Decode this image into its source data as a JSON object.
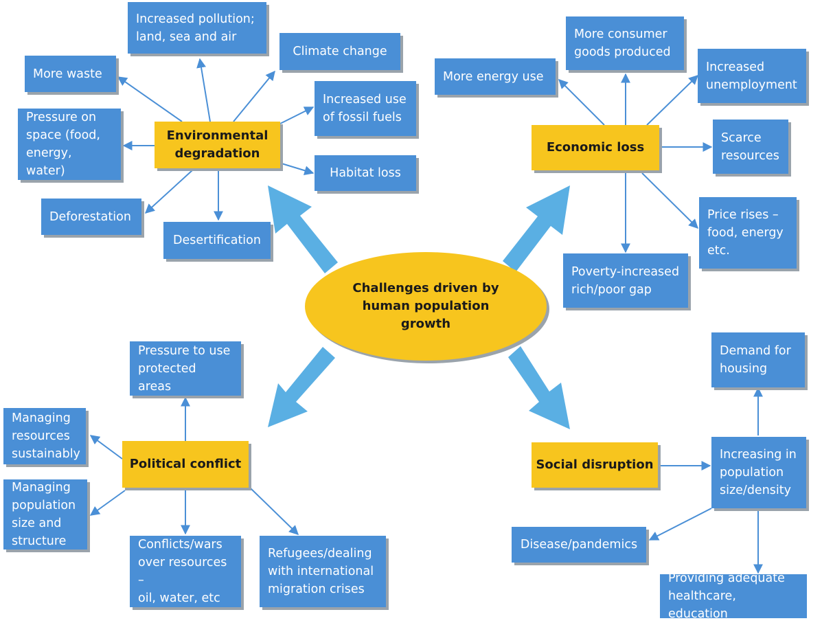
{
  "center": {
    "label": "Challenges driven by\nhuman population\ngrowth"
  },
  "hubs": {
    "environmental": "Environmental\ndegradation",
    "economic": "Economic loss",
    "political": "Political conflict",
    "social": "Social disruption"
  },
  "environmental": {
    "pollution": "Increased pollution;\nland, sea and air",
    "climate": "Climate change",
    "waste": "More waste",
    "fossil": "Increased use\nof fossil fuels",
    "space": "Pressure on\nspace (food,\nenergy, water)",
    "habitat": "Habitat loss",
    "deforestation": "Deforestation",
    "desertification": "Desertification"
  },
  "economic": {
    "consumer": "More consumer\ngoods produced",
    "energy": "More energy use",
    "unemployment": "Increased\nunemployment",
    "scarce": "Scarce\nresources",
    "prices": "Price rises –\nfood, energy\netc.",
    "poverty": "Poverty-increased\nrich/poor gap"
  },
  "political": {
    "protected": "Pressure to use\nprotected areas",
    "managing_resources": "Managing\nresources\nsustainably",
    "managing_population": "Managing\npopulation\nsize and\nstructure",
    "conflicts": "Conflicts/wars\nover resources –\noil, water, etc",
    "refugees": "Refugees/dealing\nwith international\nmigration crises"
  },
  "social": {
    "housing": "Demand for\nhousing",
    "density": "Increasing in\npopulation\nsize/density",
    "disease": "Disease/pandemics",
    "healthcare": "Providing adequate\nhealthcare, education"
  },
  "colors": {
    "box": "#4a8fd6",
    "hub": "#f7c51e",
    "arrow": "#5aafe3",
    "thin_arrow": "#4a8fd6",
    "shadow": "#9aa3ab"
  }
}
